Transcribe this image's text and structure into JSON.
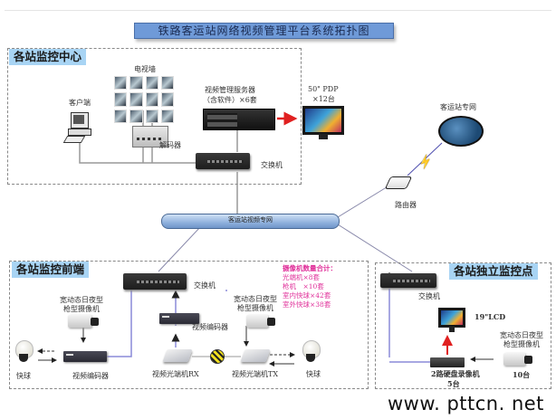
{
  "title": "铁路客运站网络视频管理平台系统拓扑图",
  "regions": {
    "center": {
      "title": "各站监控中心",
      "tv_wall": "电视墙",
      "client": "客户端",
      "decoder": "解码器",
      "server": "视频管理服务器",
      "server_qty": "（含软件）×6套",
      "pdp": "50\" PDP",
      "pdp_qty": "×12台",
      "switch": "交换机"
    },
    "network": {
      "cloud": "客运站专网",
      "router": "路由器",
      "backbone": "客运站视频专网"
    },
    "frontend": {
      "title": "各站监控前端",
      "camera_left": "宽动态日夜型",
      "camera_left_2": "枪型摄像机",
      "dome_left": "快球",
      "encoder_left": "视频编码器",
      "switch": "交换机",
      "encoder_mid": "视频编码器",
      "fiber_rx": "视频光端机RX",
      "fiber_tx": "视频光端机TX",
      "camera_right": "宽动态日夜型",
      "camera_right_2": "枪型摄像机",
      "dome_right": "快球",
      "summary": {
        "heading": "摄像机数量合计：",
        "lines": [
          "光端机×8套",
          "枪机　×10套",
          "室内快球×42套",
          "室外快球×38套"
        ]
      }
    },
    "independent": {
      "title": "各站独立监控点",
      "switch": "交换机",
      "lcd": "19\"LCD",
      "dvr": "2路硬盘录像机",
      "dvr_qty": "5台",
      "camera": "宽动态日夜型",
      "camera_2": "枪型摄像机",
      "camera_qty": "10台"
    }
  },
  "watermark": "www. pttcn. net",
  "colors": {
    "title_bg": "#6f9ad8",
    "region_title_bg": "#a8d4f4",
    "summary_text": "#e0309a",
    "link_blue": "#8a8ad8",
    "arrow_red": "#e02020"
  }
}
